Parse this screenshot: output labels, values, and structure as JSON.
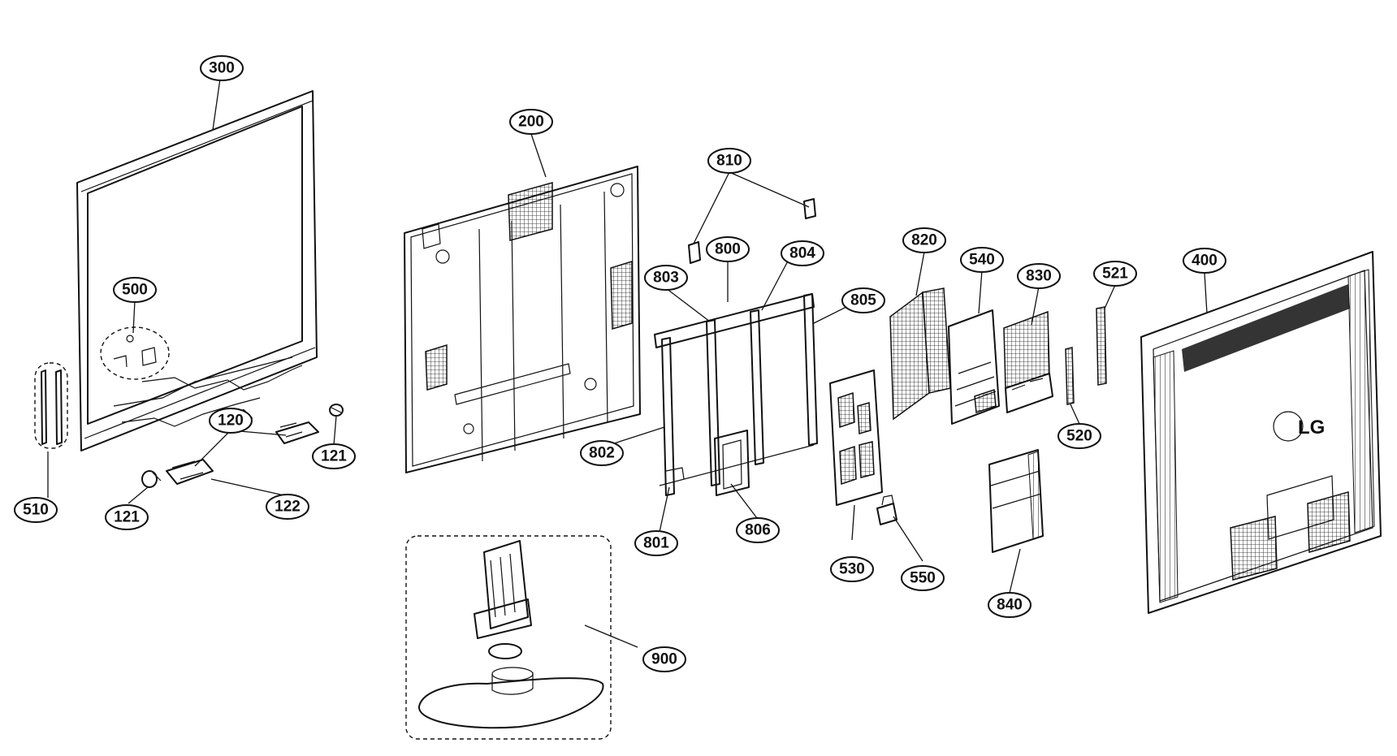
{
  "callouts": [
    {
      "id": "p300",
      "label": "300"
    },
    {
      "id": "p200",
      "label": "200"
    },
    {
      "id": "p810",
      "label": "810"
    },
    {
      "id": "p800",
      "label": "800"
    },
    {
      "id": "p804",
      "label": "804"
    },
    {
      "id": "p803",
      "label": "803"
    },
    {
      "id": "p805",
      "label": "805"
    },
    {
      "id": "p820",
      "label": "820"
    },
    {
      "id": "p540",
      "label": "540"
    },
    {
      "id": "p830",
      "label": "830"
    },
    {
      "id": "p521",
      "label": "521"
    },
    {
      "id": "p400",
      "label": "400"
    },
    {
      "id": "p500",
      "label": "500"
    },
    {
      "id": "p120",
      "label": "120"
    },
    {
      "id": "p121a",
      "label": "121"
    },
    {
      "id": "p121b",
      "label": "121"
    },
    {
      "id": "p122",
      "label": "122"
    },
    {
      "id": "p510",
      "label": "510"
    },
    {
      "id": "p802",
      "label": "802"
    },
    {
      "id": "p801",
      "label": "801"
    },
    {
      "id": "p806",
      "label": "806"
    },
    {
      "id": "p530",
      "label": "530"
    },
    {
      "id": "p550",
      "label": "550"
    },
    {
      "id": "p520",
      "label": "520"
    },
    {
      "id": "p840",
      "label": "840"
    },
    {
      "id": "p900",
      "label": "900"
    }
  ],
  "logo": {
    "text": "LG",
    "mark": "lg-logo-icon"
  }
}
